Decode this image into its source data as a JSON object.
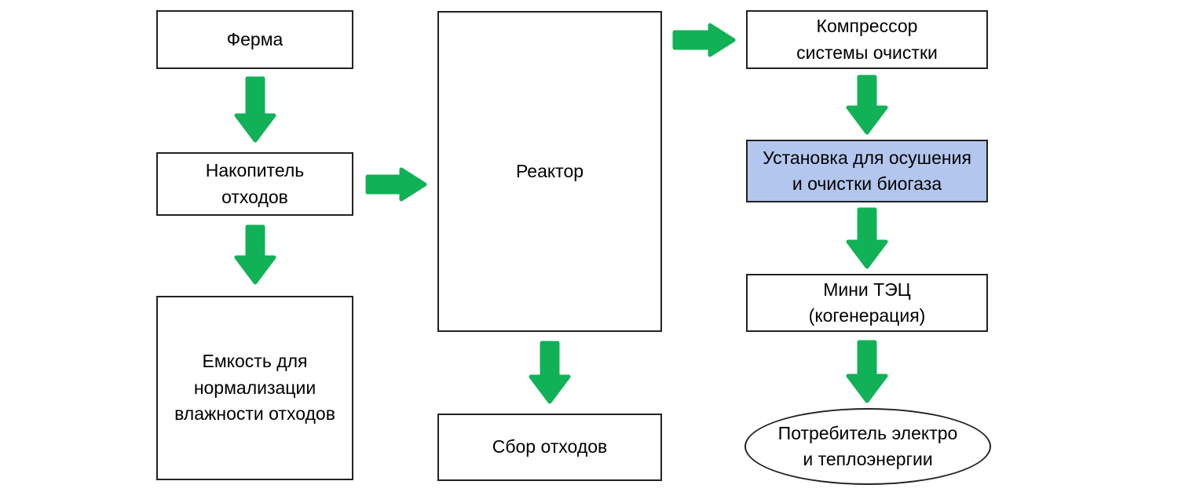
{
  "colors": {
    "arrow_green": "#11b257",
    "highlight_blue": "#b3c6ee",
    "box_border": "#222222",
    "background": "#ffffff",
    "text": "#000000"
  },
  "nodes": {
    "farm": "Ферма",
    "waste_accumulator": "Накопитель\nотходов",
    "moisture_tank": "Емкость для\nнормализации\nвлажности отходов",
    "reactor": "Реактор",
    "waste_collection": "Сбор отходов",
    "compressor": "Компрессор\nсистемы очистки",
    "biogas_drying_unit": "Установка для осушения\nи очистки биогаза",
    "mini_chp": "Мини ТЭЦ\n(когенерация)",
    "consumer": "Потребитель электро\nи теплоэнергии"
  }
}
